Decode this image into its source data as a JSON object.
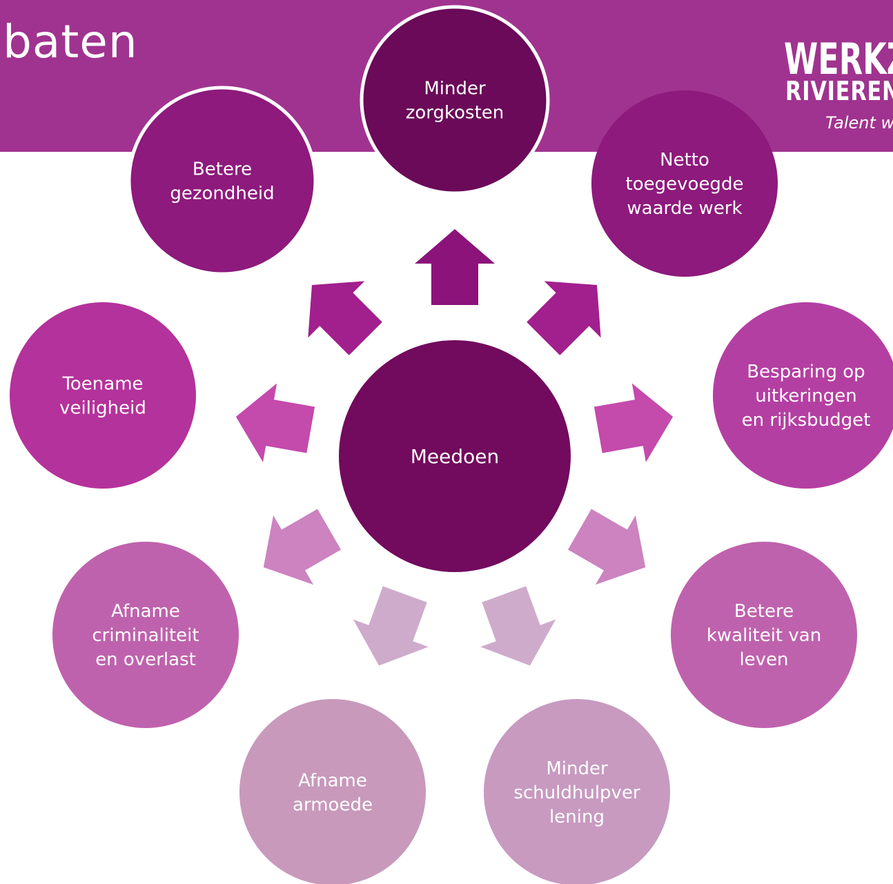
{
  "header": {
    "title": "baten",
    "logo_main": "WERKZ",
    "logo_sub": "RIVIEREN",
    "tagline": "Talent we"
  },
  "colors": {
    "header": "#a0338f"
  },
  "center": {
    "label": "Meedoen",
    "color": "#720a5e"
  },
  "nodes": [
    {
      "id": "minder-zorgkosten",
      "lines": [
        "Minder",
        "zorgkosten"
      ],
      "color": "#6a0a58",
      "arrow": "#8b137a"
    },
    {
      "id": "netto-toegevoegde-waarde",
      "lines": [
        "Netto",
        "toegevoegde",
        "waarde werk"
      ],
      "color": "#8d1a7c",
      "arrow": "#a21f8e"
    },
    {
      "id": "besparing-uitkeringen",
      "lines": [
        "Besparing op",
        "uitkeringen",
        "en rijksbudget"
      ],
      "color": "#b43fa2",
      "arrow": "#c44aac"
    },
    {
      "id": "betere-kwaliteit-leven",
      "lines": [
        "Betere",
        "kwaliteit van",
        "leven"
      ],
      "color": "#bf62ad",
      "arrow": "#cc83c0"
    },
    {
      "id": "minder-schuldhulpverlening",
      "lines": [
        "Minder",
        "schuldhulpver",
        "lening"
      ],
      "color": "#c89ac0",
      "arrow": "#ceabcb"
    },
    {
      "id": "afname-armoede",
      "lines": [
        "Afname",
        "armoede"
      ],
      "color": "#c899bb",
      "arrow": "#ceabcb"
    },
    {
      "id": "afname-criminaliteit",
      "lines": [
        "Afname",
        "criminaliteit",
        "en overlast"
      ],
      "color": "#bf62ad",
      "arrow": "#cc83c0"
    },
    {
      "id": "toename-veiligheid",
      "lines": [
        "Toename",
        "veiligheid"
      ],
      "color": "#b4329b",
      "arrow": "#c44aac"
    },
    {
      "id": "betere-gezondheid",
      "lines": [
        "Betere",
        "gezondheid"
      ],
      "color": "#8d1a7c",
      "arrow": "#a21f8e"
    }
  ]
}
